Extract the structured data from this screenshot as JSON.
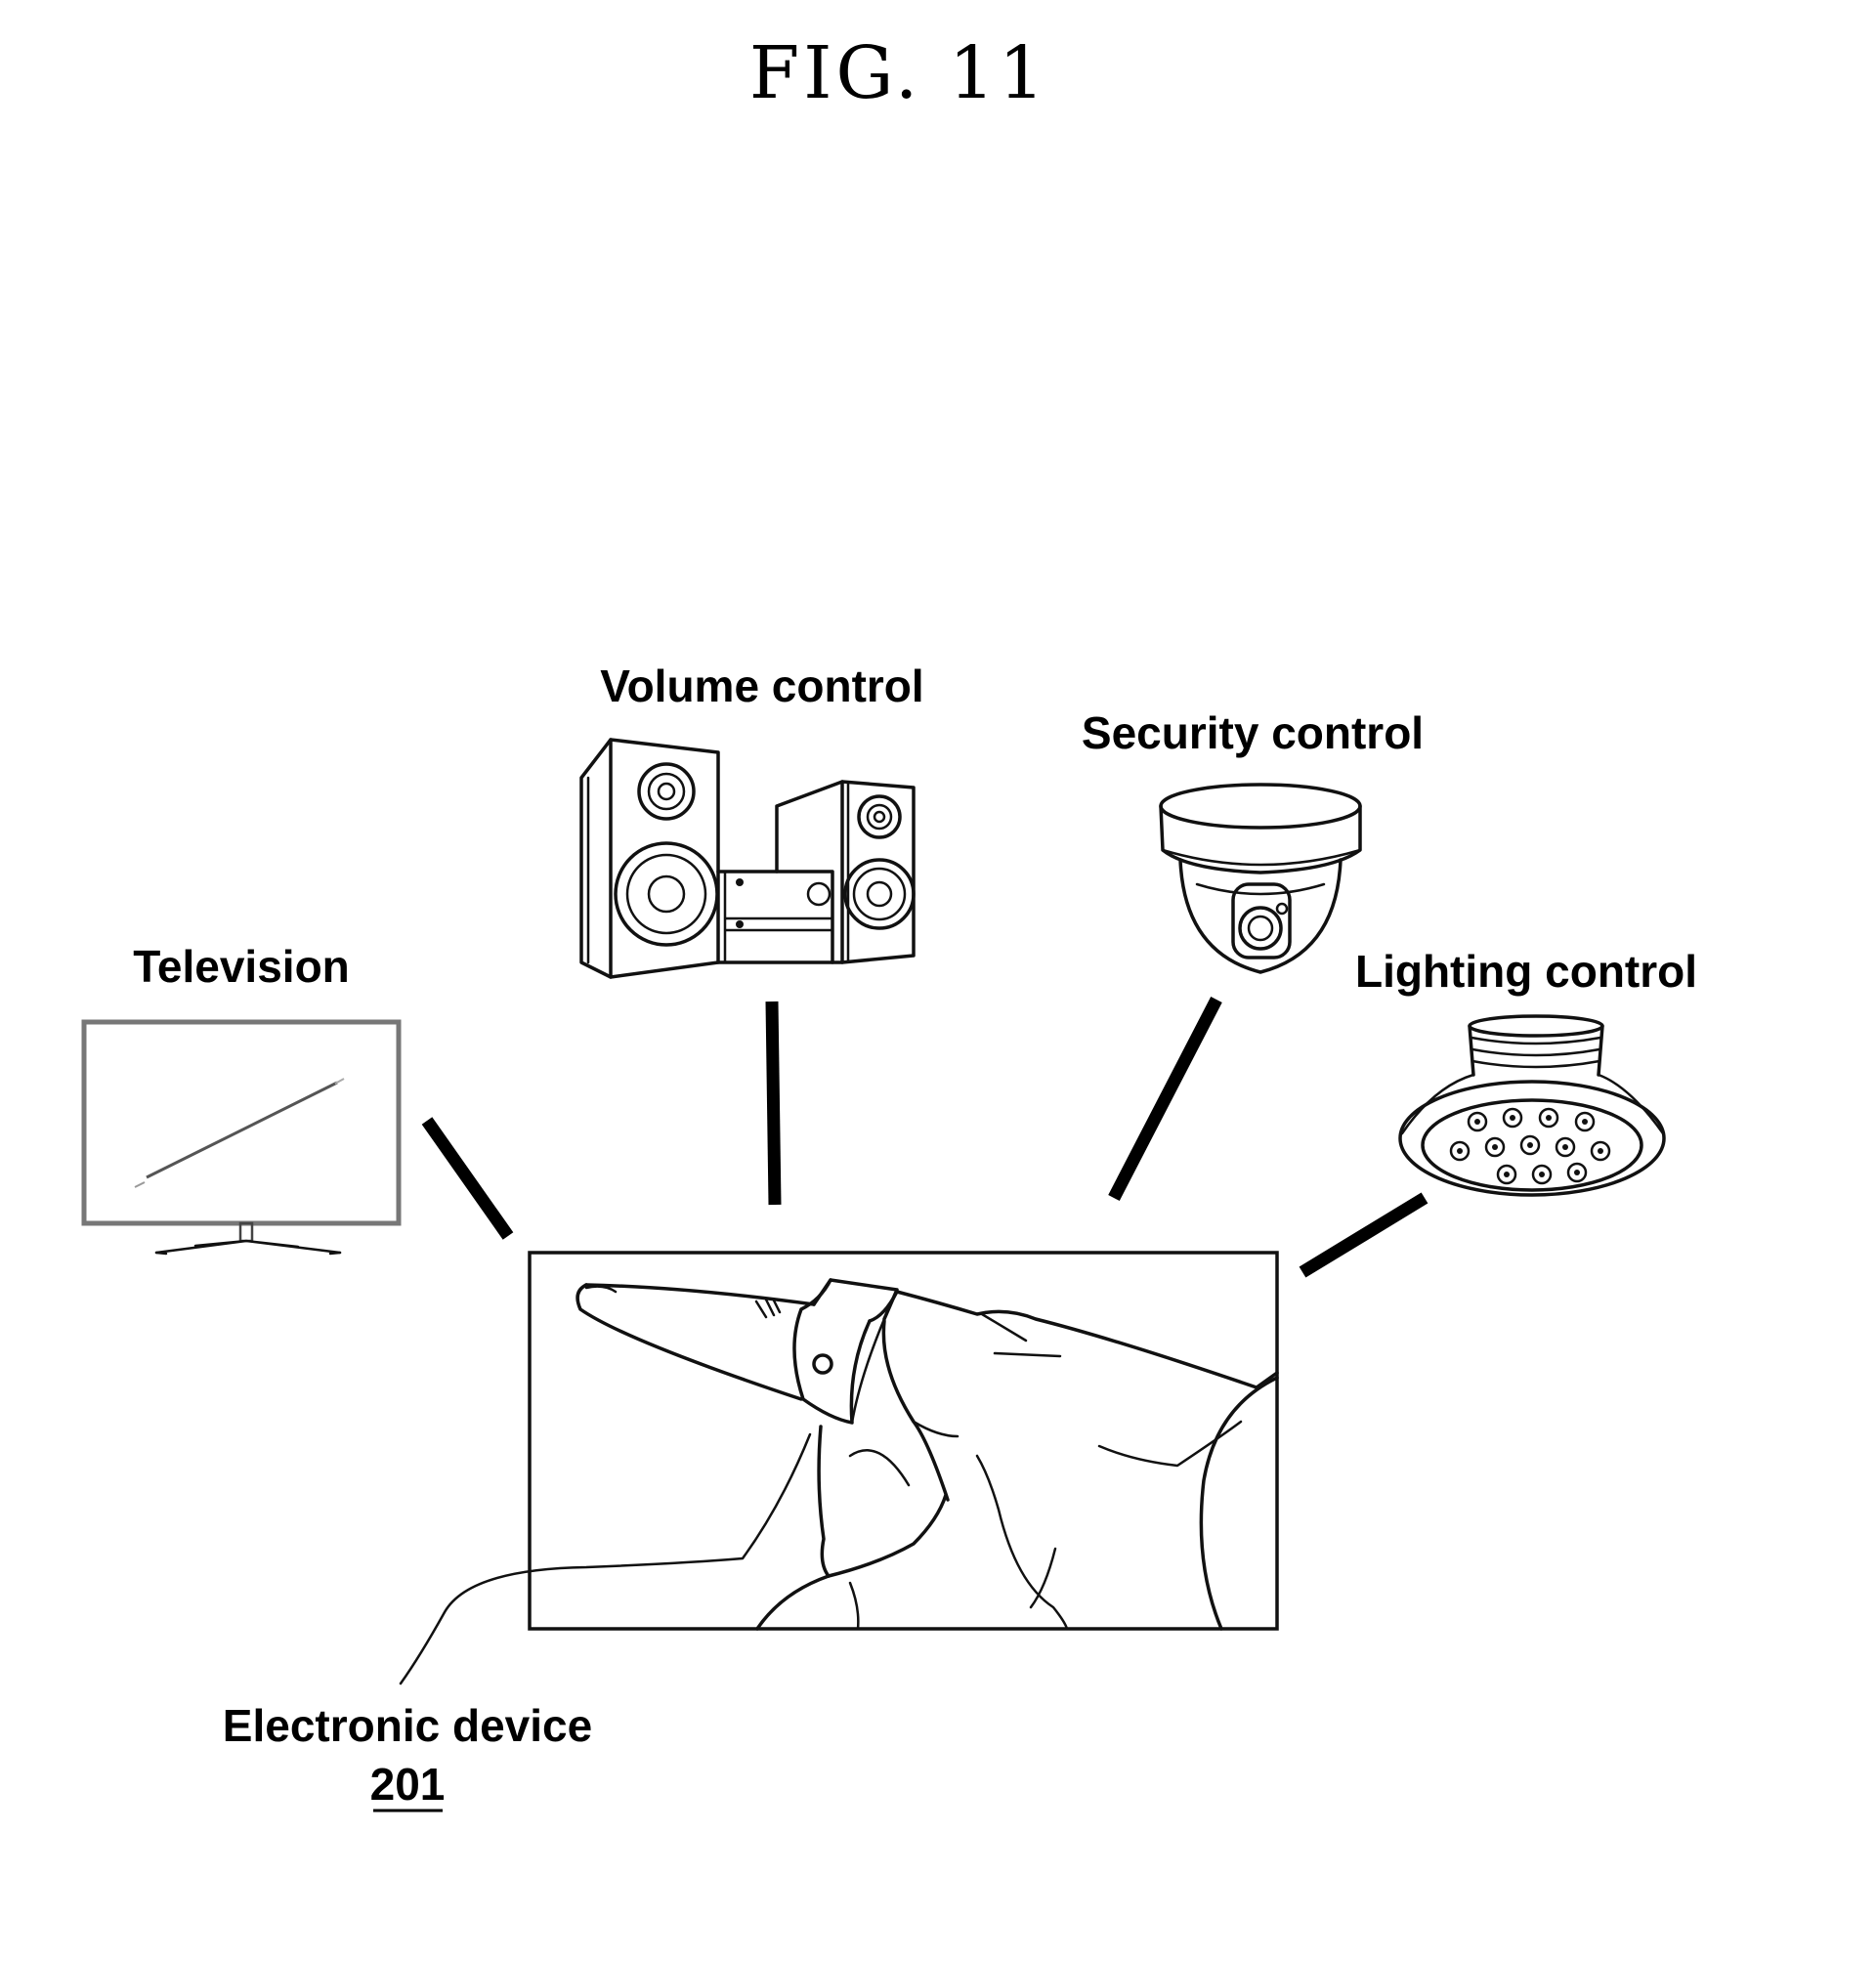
{
  "figure": {
    "title": "FIG. 11"
  },
  "devices": {
    "television": {
      "label": "Television",
      "icon": "television-icon"
    },
    "volume": {
      "label": "Volume control",
      "icon": "speaker-system-icon"
    },
    "security": {
      "label": "Security control",
      "icon": "dome-camera-icon"
    },
    "lighting": {
      "label": "Lighting control",
      "icon": "led-downlight-icon"
    }
  },
  "electronic_device": {
    "label": "Electronic device",
    "reference": "201",
    "icon": "ring-on-finger-icon"
  }
}
